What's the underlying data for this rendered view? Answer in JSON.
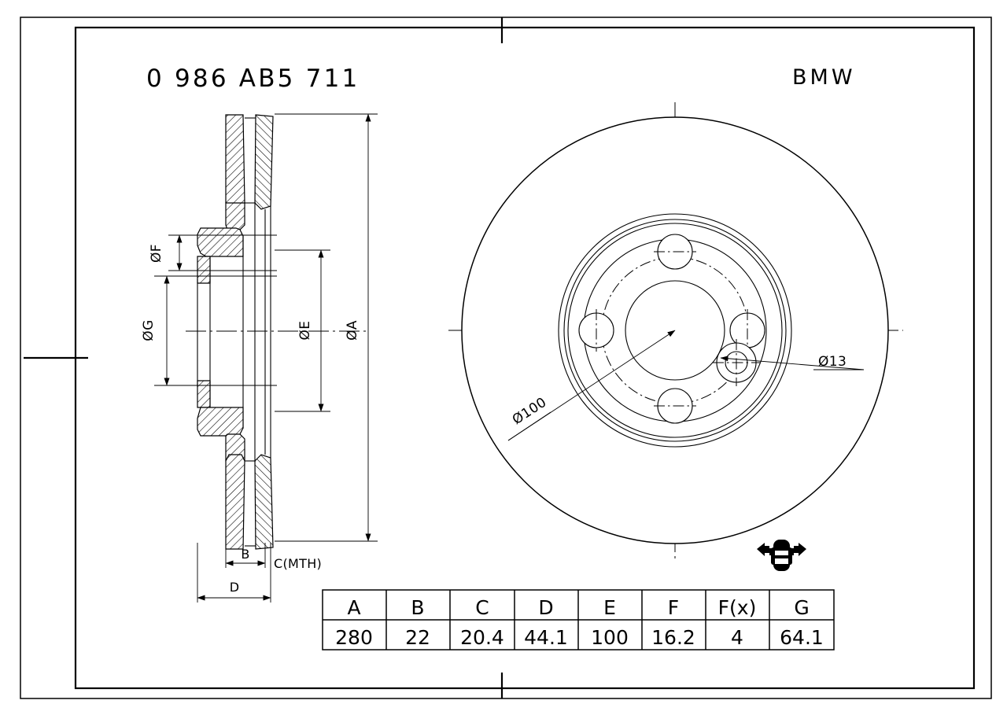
{
  "drawing": {
    "part_number": "0 986 AB5 711",
    "brand": "BMW",
    "type": "brake-disc-technical-drawing"
  },
  "annotations": {
    "dia_a": "ØA",
    "dia_e": "ØE",
    "dia_f": "ØF",
    "dia_g": "ØG",
    "dim_b": "B",
    "dim_c": "C(MTH)",
    "dim_d": "D",
    "bolt_circle": "Ø100",
    "bolt_hole": "Ø13"
  },
  "axle_icon": {
    "name": "front-axle-car-icon",
    "description": "car top view with inward arrows"
  },
  "spec_table": {
    "headers": [
      "A",
      "B",
      "C",
      "D",
      "E",
      "F",
      "F(x)",
      "G"
    ],
    "values": [
      "280",
      "22",
      "20.4",
      "44.1",
      "100",
      "16.2",
      "4",
      "64.1"
    ]
  },
  "colors": {
    "line": "#000000",
    "paper": "#ffffff"
  }
}
